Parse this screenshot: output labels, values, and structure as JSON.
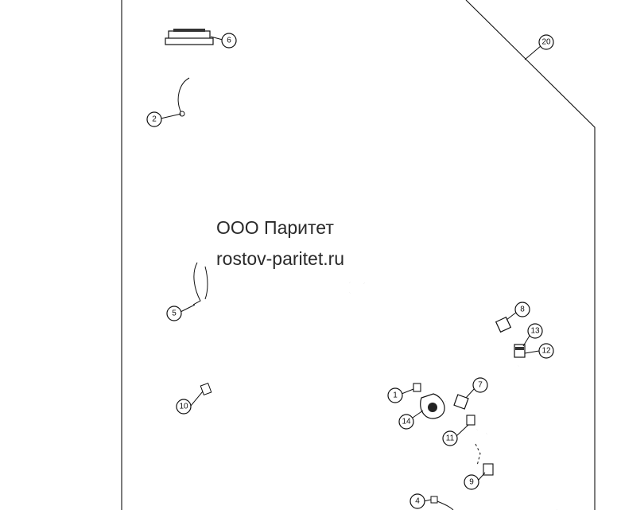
{
  "watermark": {
    "line1": "ООО Паритет",
    "line2": "rostov-paritet.ru"
  },
  "callouts": [
    {
      "id": "c6",
      "label": "6"
    },
    {
      "id": "c20",
      "label": "20"
    },
    {
      "id": "c2",
      "label": "2"
    },
    {
      "id": "c5",
      "label": "5"
    },
    {
      "id": "c8",
      "label": "8"
    },
    {
      "id": "c13",
      "label": "13"
    },
    {
      "id": "c12",
      "label": "12"
    },
    {
      "id": "c10",
      "label": "10"
    },
    {
      "id": "c1",
      "label": "1"
    },
    {
      "id": "c7",
      "label": "7"
    },
    {
      "id": "c14",
      "label": "14"
    },
    {
      "id": "c11",
      "label": "11"
    },
    {
      "id": "c9",
      "label": "9"
    },
    {
      "id": "c4",
      "label": "4"
    }
  ]
}
